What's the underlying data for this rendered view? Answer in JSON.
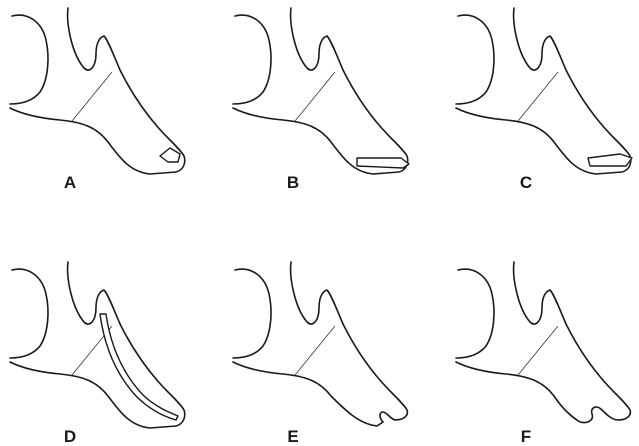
{
  "panels": [
    {
      "id": "a",
      "label": "A"
    },
    {
      "id": "b",
      "label": "B"
    },
    {
      "id": "c",
      "label": "C"
    },
    {
      "id": "d",
      "label": "D"
    },
    {
      "id": "e",
      "label": "E"
    },
    {
      "id": "f",
      "label": "F"
    }
  ],
  "colors": {
    "line": "#1a1a1a",
    "background": "#ffffff"
  }
}
